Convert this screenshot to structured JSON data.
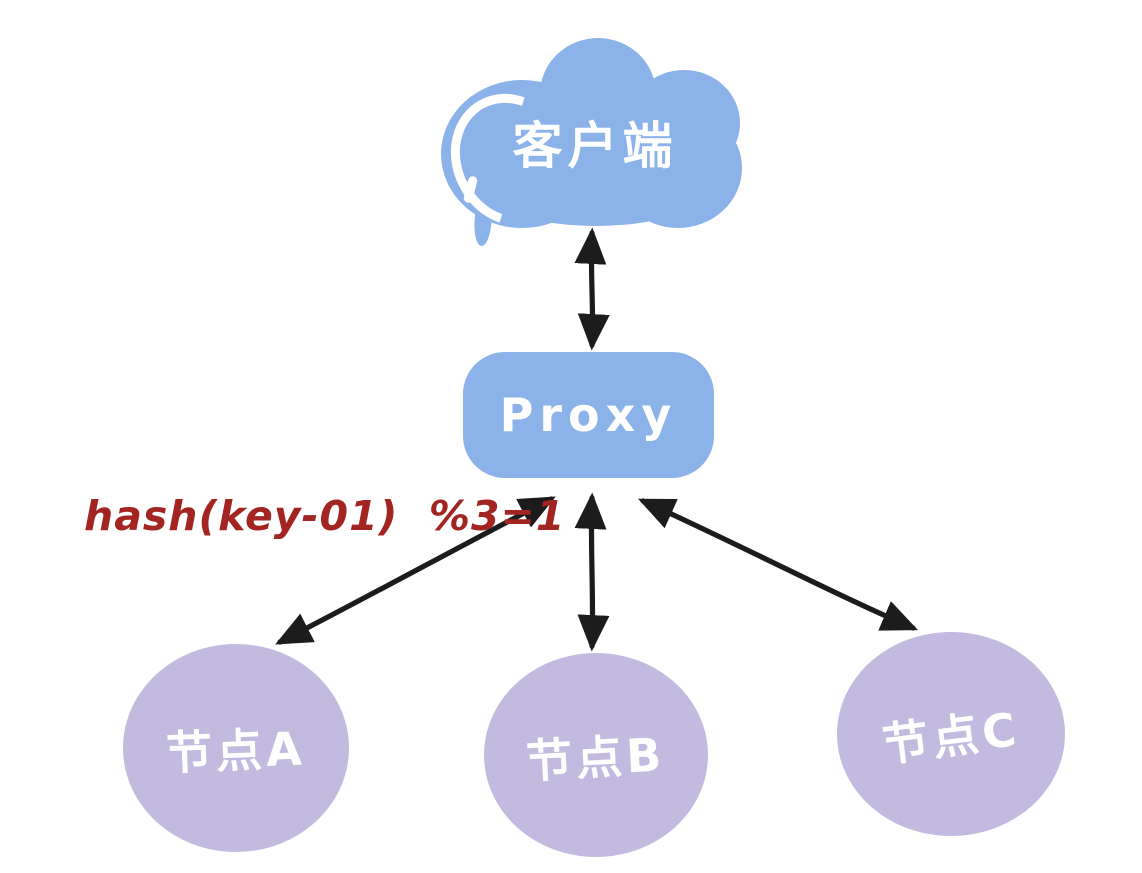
{
  "diagram": {
    "client": {
      "label": "客户端",
      "shape": "cloud-speech-bubble"
    },
    "proxy": {
      "label": "Proxy",
      "shape": "rounded-rectangle"
    },
    "nodes": [
      {
        "id": "node-a",
        "label": "节点A"
      },
      {
        "id": "node-b",
        "label": "节点B"
      },
      {
        "id": "node-c",
        "label": "节点C"
      }
    ],
    "annotation": {
      "text": "hash(key-01)  %3=1"
    },
    "edges": [
      {
        "from": "client",
        "to": "proxy",
        "bidirectional": true
      },
      {
        "from": "proxy",
        "to": "node-a",
        "bidirectional": true
      },
      {
        "from": "proxy",
        "to": "node-b",
        "bidirectional": true
      },
      {
        "from": "proxy",
        "to": "node-c",
        "bidirectional": true
      }
    ]
  },
  "colors": {
    "client_blue": "#8cb3e9",
    "node_purple": "#c3badf",
    "arrow_black": "#1c1c1c",
    "annotation_red": "#a32521",
    "label_white": "#ffffff",
    "background": "#ffffff"
  }
}
